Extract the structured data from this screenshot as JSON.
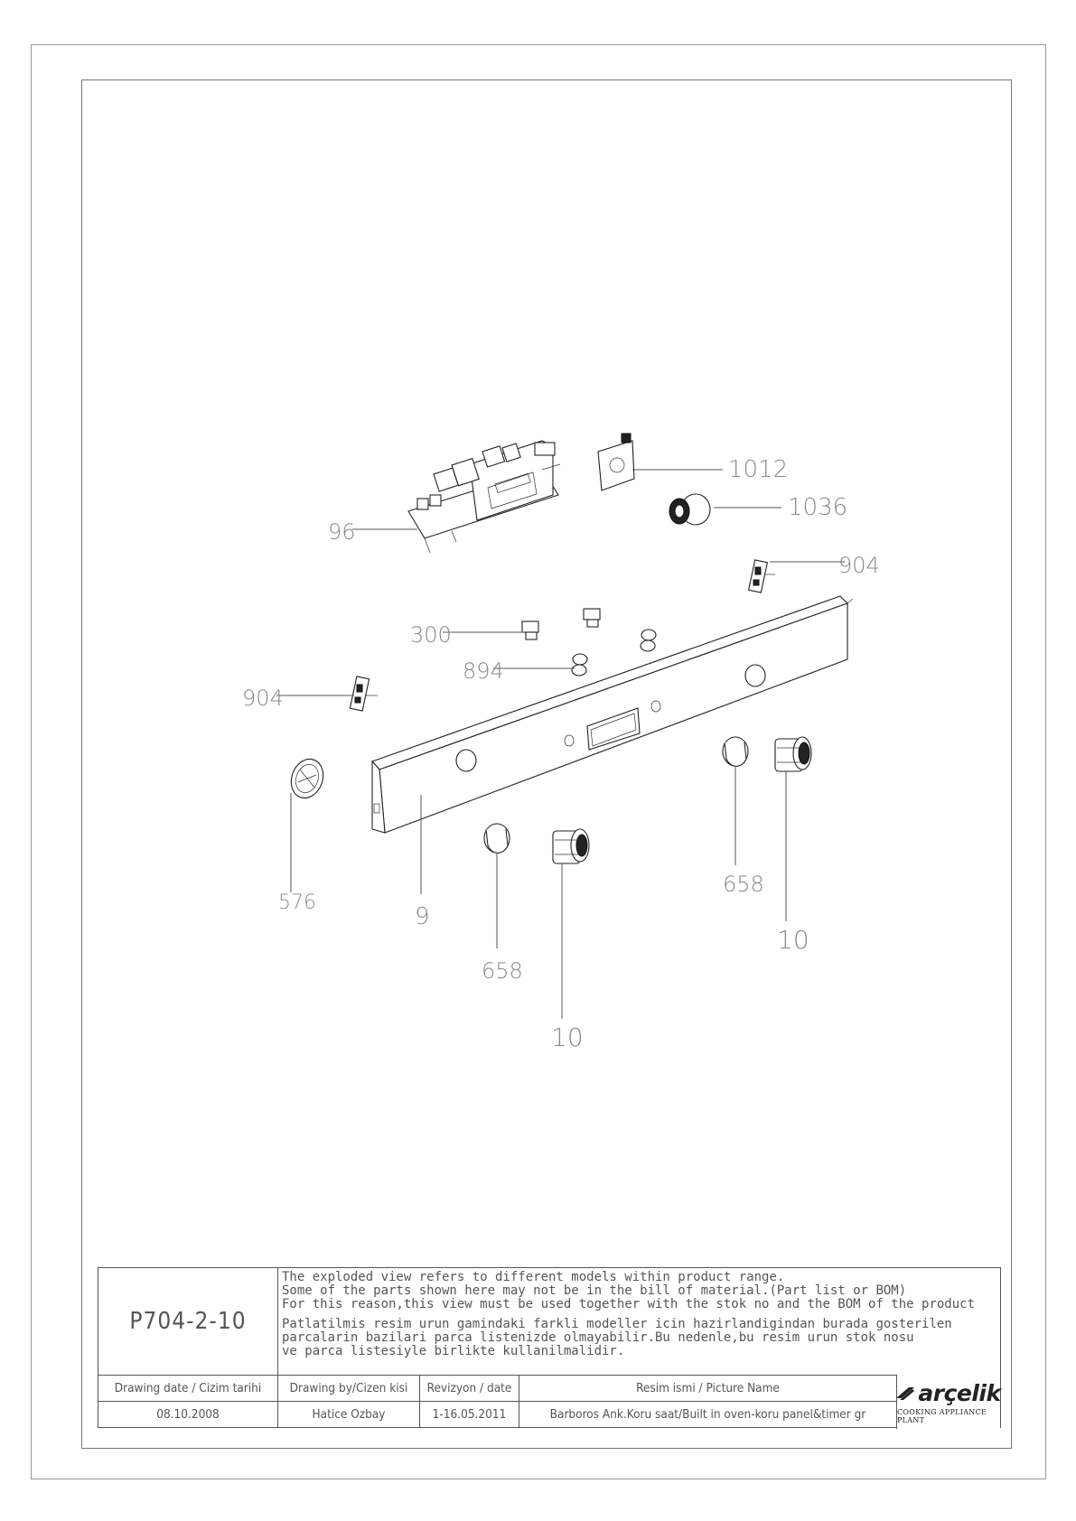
{
  "callouts": {
    "c1012": "1012",
    "c1036": "1036",
    "c96": "96",
    "c904_right": "904",
    "c300": "300",
    "c894": "894",
    "c904_left": "904",
    "c576": "576",
    "c9": "9",
    "c658_left": "658",
    "c10_left": "10",
    "c658_right": "658",
    "c10_right": "10"
  },
  "title_block": {
    "code": "P704-2-10",
    "notes_en": [
      "The exploded view refers to different models within product range.",
      "Some of the parts shown here may not be in the bill of material.(Part list or BOM)",
      "For this reason,this view must be used together with the stok no and the BOM of the product"
    ],
    "notes_tr": [
      "Patlatilmis resim urun gamindaki farkli modeller icin hazirlandigindan burada gosterilen",
      "parcalarin bazilari parca listenizde olmayabilir.Bu nedenle,bu resim urun stok nosu",
      "ve parca listesiyle birlikte kullanilmalidir."
    ],
    "headers": {
      "drawing_date": "Drawing date / Cizim tarihi",
      "drawing_by": "Drawing by/Cizen kisi",
      "revision": "Revizyon / date",
      "picture_name": "Resim ismi / Picture Name"
    },
    "values": {
      "drawing_date": "08.10.2008",
      "drawing_by": "Hatice Ozbay",
      "revision": "1-16.05.2011",
      "picture_name": "Barboros Ank.Koru saat/Built in oven-koru panel&timer gr"
    },
    "logo": {
      "brand": "arçelik",
      "subtitle": "COOKING APPLIANCE PLANT"
    }
  }
}
